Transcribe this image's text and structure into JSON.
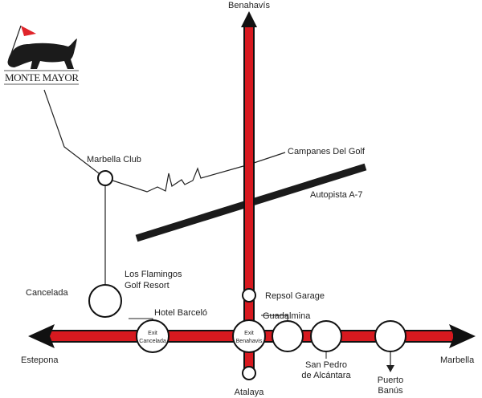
{
  "logo": {
    "text": "MONTE MAYOR"
  },
  "places": {
    "benahavis": "Benahavís",
    "marbella_club": "Marbella Club",
    "campanes": "Campanes Del Golf",
    "autopista": "Autopista A-7",
    "los_flamingos_1": "Los Flamingos",
    "los_flamingos_2": "Golf Resort",
    "cancelada": "Cancelada",
    "hotel_barcelo": "Hotel Barceló",
    "repsol": "Repsol Garage",
    "guadalmina": "Guadalmina",
    "estepona": "Estepona",
    "marbella": "Marbella",
    "san_pedro_1": "San Pedro",
    "san_pedro_2": "de Alcántara",
    "puerto_banus_1": "Puerto",
    "puerto_banus_2": "Banús",
    "atalaya": "Atalaya",
    "exit_cancelada_1": "Exit",
    "exit_cancelada_2": "Cancelada",
    "exit_benahavis_1": "Exit",
    "exit_benahavis_2": "Benahavis"
  },
  "colors": {
    "road": "#d7191f",
    "outline": "#111111",
    "flag": "#e0242a"
  }
}
